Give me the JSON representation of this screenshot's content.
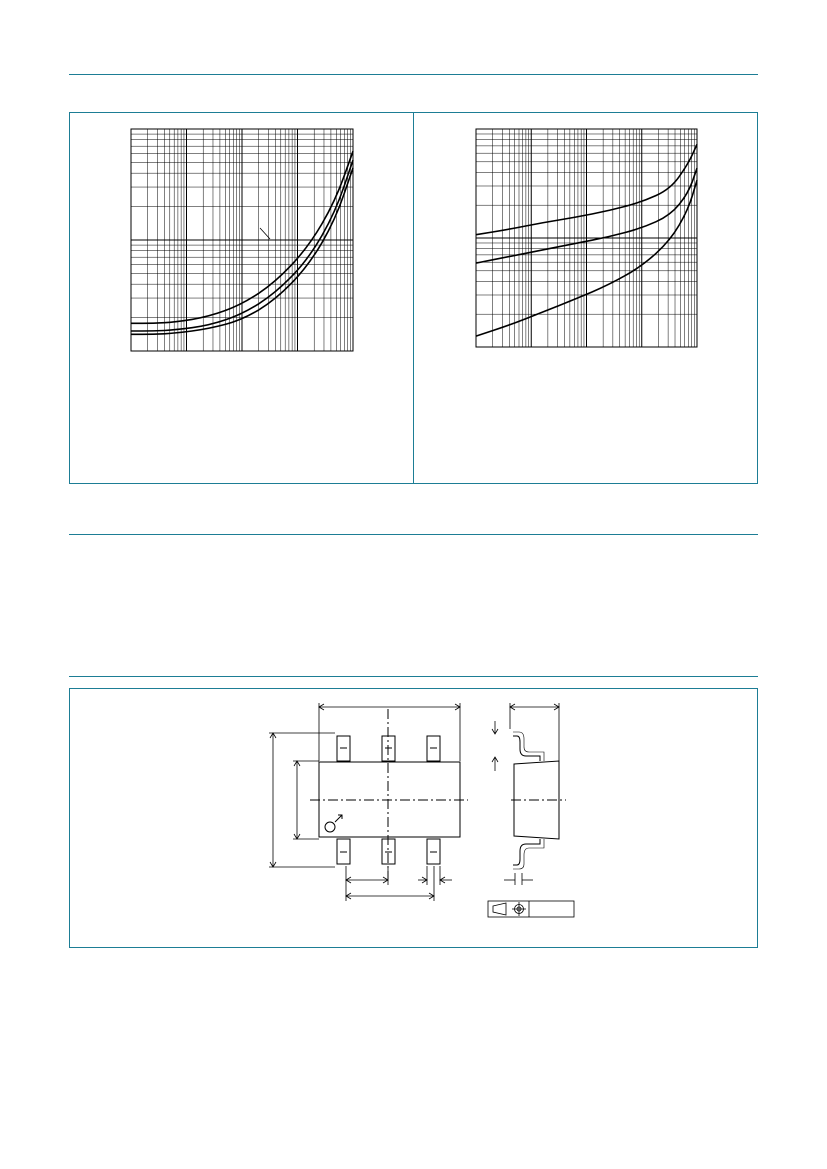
{
  "page": {
    "rule_color": "#1d7d95",
    "line_color": "#000000"
  },
  "chart_data": [
    {
      "type": "line",
      "title": "",
      "xlabel": "",
      "ylabel": "",
      "xscale": "log",
      "yscale": "log",
      "grid": true,
      "series": [
        {
          "values": [
            0.25,
            0.25,
            0.26,
            0.31,
            0.42,
            0.62,
            0.94,
            1.35,
            1.8
          ]
        },
        {
          "values": [
            0.18,
            0.18,
            0.19,
            0.23,
            0.33,
            0.52,
            0.83,
            1.25,
            1.72
          ]
        },
        {
          "values": [
            0.15,
            0.15,
            0.16,
            0.2,
            0.28,
            0.46,
            0.77,
            1.18,
            1.65
          ]
        }
      ],
      "x": [
        0.0,
        0.1,
        0.2,
        0.35,
        0.5,
        0.65,
        0.8,
        0.92,
        1.0
      ]
    },
    {
      "type": "line",
      "title": "",
      "xlabel": "",
      "ylabel": "",
      "xscale": "log",
      "yscale": "log",
      "grid": true,
      "series": [
        {
          "values": [
            1.03,
            1.08,
            1.14,
            1.19,
            1.25,
            1.33,
            1.45,
            1.68,
            1.86
          ]
        },
        {
          "values": [
            0.77,
            0.83,
            0.89,
            0.95,
            1.01,
            1.09,
            1.21,
            1.41,
            1.64
          ]
        },
        {
          "values": [
            0.1,
            0.2,
            0.32,
            0.44,
            0.57,
            0.74,
            0.98,
            1.26,
            1.53
          ]
        }
      ],
      "x": [
        0.0,
        0.15,
        0.3,
        0.45,
        0.6,
        0.75,
        0.88,
        0.96,
        1.0
      ]
    }
  ]
}
